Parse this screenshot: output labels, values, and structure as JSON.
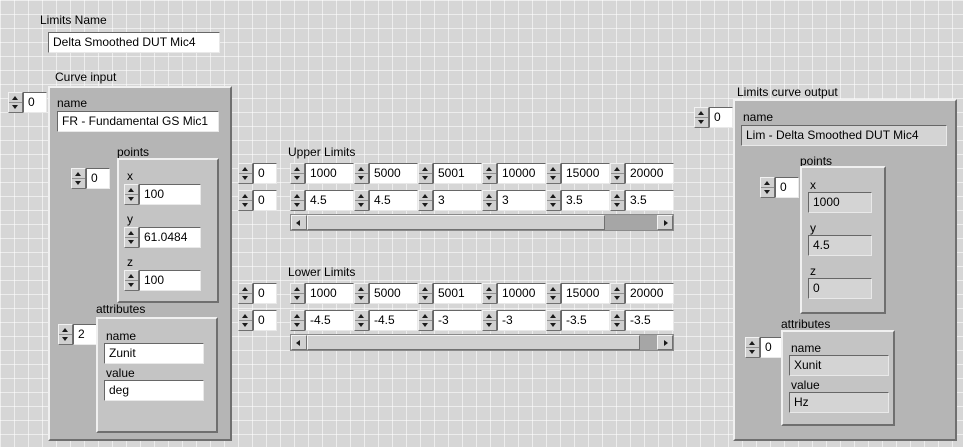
{
  "colors": {
    "background": "#d6d6d6",
    "cluster_panel": "#b5b5b5",
    "subpanel": "#c4c4c4",
    "control_field": "#ffffff",
    "indicator_field": "#d4d4d4"
  },
  "limits_name": {
    "label": "Limits Name",
    "value": "Delta Smoothed DUT Mic4"
  },
  "curve_input": {
    "label": "Curve input",
    "index": "0",
    "name": {
      "label": "name",
      "value": "FR - Fundamental GS Mic1"
    },
    "points": {
      "label": "points",
      "index": "0",
      "x": {
        "label": "x",
        "value": "100"
      },
      "y": {
        "label": "y",
        "value": "61.0484"
      },
      "z": {
        "label": "z",
        "value": "100"
      }
    },
    "attributes": {
      "label": "attributes",
      "index": "2",
      "name": {
        "label": "name",
        "value": "Zunit"
      },
      "value": {
        "label": "value",
        "value": "deg"
      }
    }
  },
  "upper_limits": {
    "label": "Upper Limits",
    "x_row": {
      "index": "0",
      "values": [
        "1000",
        "5000",
        "5001",
        "10000",
        "15000",
        "20000"
      ]
    },
    "y_row": {
      "index": "0",
      "values": [
        "4.5",
        "4.5",
        "3",
        "3",
        "3.5",
        "3.5"
      ]
    }
  },
  "lower_limits": {
    "label": "Lower Limits",
    "x_row": {
      "index": "0",
      "values": [
        "1000",
        "5000",
        "5001",
        "10000",
        "15000",
        "20000"
      ]
    },
    "y_row": {
      "index": "0",
      "values": [
        "-4.5",
        "-4.5",
        "-3",
        "-3",
        "-3.5",
        "-3.5"
      ]
    }
  },
  "limits_output": {
    "label": "Limits curve output",
    "index": "0",
    "name": {
      "label": "name",
      "value": "Lim - Delta Smoothed DUT Mic4"
    },
    "points": {
      "label": "points",
      "index": "0",
      "x": {
        "label": "x",
        "value": "1000"
      },
      "y": {
        "label": "y",
        "value": "4.5"
      },
      "z": {
        "label": "z",
        "value": "0"
      }
    },
    "attributes": {
      "label": "attributes",
      "index": "0",
      "name": {
        "label": "name",
        "value": "Xunit"
      },
      "value": {
        "label": "value",
        "value": "Hz"
      }
    }
  }
}
